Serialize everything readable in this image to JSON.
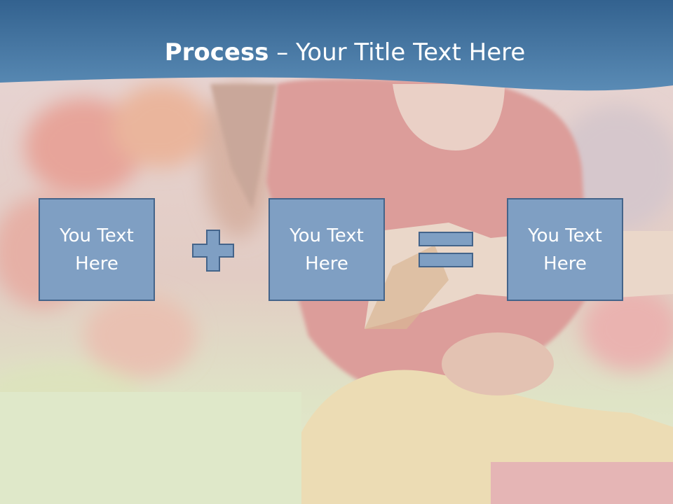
{
  "slide": {
    "title_bold": "Process",
    "title_rest": " – Your Title Text Here",
    "boxes": [
      {
        "text": "You Text Here"
      },
      {
        "text": "You Text Here"
      },
      {
        "text": "You Text Here"
      }
    ],
    "operators": [
      "plus-icon",
      "equals-icon"
    ],
    "colors": {
      "header": "#3f6f9b",
      "box_fill": "#7f9fc3",
      "box_border": "#44648a",
      "text": "#ffffff"
    }
  }
}
